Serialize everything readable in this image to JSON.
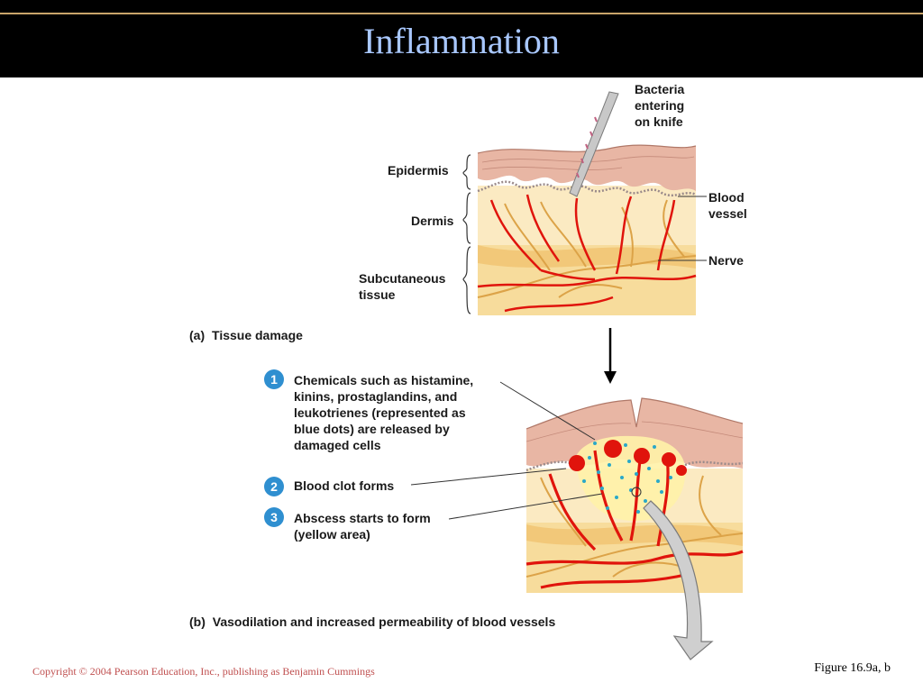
{
  "title": "Inflammation",
  "panel_a": {
    "caption_letter": "(a)",
    "caption": "Tissue damage",
    "labels": {
      "bacteria": [
        "Bacteria",
        "entering",
        "on knife"
      ],
      "epidermis": "Epidermis",
      "dermis": "Dermis",
      "subcutaneous": [
        "Subcutaneous",
        "tissue"
      ],
      "blood_vessel": [
        "Blood",
        "vessel"
      ],
      "nerve": "Nerve"
    }
  },
  "steps": [
    {
      "number": "1",
      "lines": [
        "Chemicals such as histamine,",
        "kinins, prostaglandins, and",
        "leukotrienes (represented as",
        "blue dots) are released by",
        "damaged cells"
      ]
    },
    {
      "number": "2",
      "lines": [
        "Blood clot forms"
      ]
    },
    {
      "number": "3",
      "lines": [
        "Abscess starts to form",
        "(yellow area)"
      ]
    }
  ],
  "panel_b": {
    "caption_letter": "(b)",
    "caption": "Vasodilation and increased permeability of blood vessels"
  },
  "copyright": "Copyright © 2004 Pearson Education, Inc., publishing as Benjamin Cummings",
  "figure_ref": "Figure 16.9a, b",
  "colors": {
    "title": "#a9c8ff",
    "epidermis": "#e8b6a4",
    "dermis": "#fbeac2",
    "fat": "#f5cf86",
    "vessel": "#e0140c",
    "nerve": "#d9a03c",
    "step_badge": "#2f8fd0",
    "chemical_dot": "#2aa8c8"
  }
}
